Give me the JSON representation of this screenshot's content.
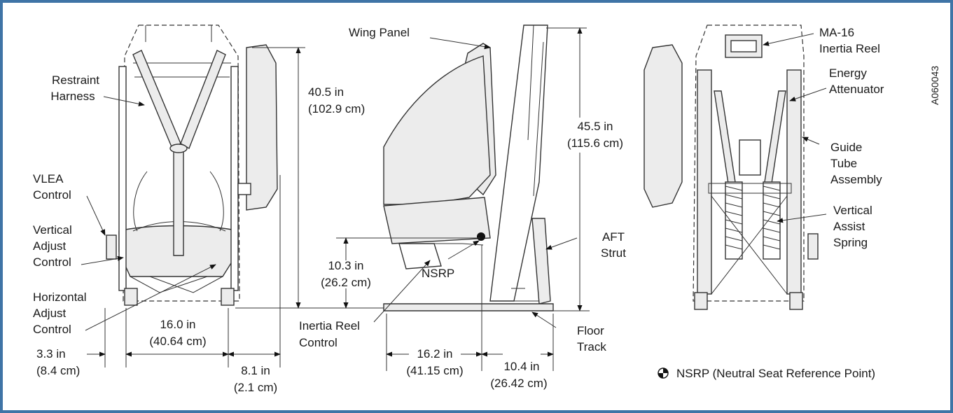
{
  "figure_code": "A060043",
  "front_view": {
    "labels": {
      "restraint_harness": [
        "Restraint",
        "Harness"
      ],
      "vlea_control": [
        "VLEA",
        "Control"
      ],
      "vertical_adjust_control": [
        "Vertical",
        "Adjust",
        "Control"
      ],
      "horizontal_adjust_control": [
        "Horizontal",
        "Adjust",
        "Control"
      ]
    },
    "dimensions": {
      "width": [
        "16.0 in",
        "(40.64 cm)"
      ],
      "left_offset": [
        "3.3 in",
        "(8.4 cm)"
      ],
      "right_offset": [
        "8.1 in",
        "(2.1 cm)"
      ],
      "height": [
        "40.5 in",
        "(102.9 cm)"
      ]
    }
  },
  "side_view": {
    "labels": {
      "wing_panel": "Wing Panel",
      "nsrp": "NSRP",
      "aft_strut": [
        "AFT",
        "Strut"
      ],
      "inertia_reel_control": [
        "Inertia Reel",
        "Control"
      ],
      "floor_track": [
        "Floor",
        "Track"
      ]
    },
    "dimensions": {
      "nsrp_height": [
        "10.3 in",
        "(26.2 cm)"
      ],
      "total_height": [
        "45.5 in",
        "(115.6 cm)"
      ],
      "fwd_length": [
        "16.2 in",
        "(41.15 cm)"
      ],
      "aft_length": [
        "10.4 in",
        "(26.42 cm)"
      ]
    }
  },
  "back_view": {
    "labels": {
      "ma16_inertia_reel": [
        "MA-16",
        "Inertia Reel"
      ],
      "energy_attenuator": [
        "Energy",
        "Attenuator"
      ],
      "guide_tube_assembly": [
        "Guide",
        "Tube",
        "Assembly"
      ],
      "vertical_assist_spring": [
        "Vertical",
        "Assist",
        "Spring"
      ]
    }
  },
  "legend": {
    "nsrp_definition": "NSRP (Neutral Seat Reference Point)"
  },
  "colors": {
    "frame_border": "#3f74a6",
    "line": "#222222",
    "background": "#ffffff"
  }
}
